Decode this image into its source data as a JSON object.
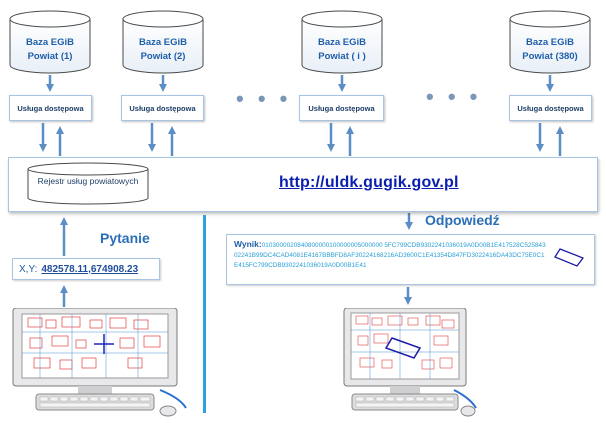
{
  "databases": [
    {
      "line1": "Baza EGiB",
      "line2": "Powiat (1)"
    },
    {
      "line1": "Baza EGiB",
      "line2": "Powiat (2)"
    },
    {
      "line1": "Baza EGiB",
      "line2": "Powiat ( i )"
    },
    {
      "line1": "Baza EGiB",
      "line2": "Powiat (380)"
    }
  ],
  "services": [
    "Usługa dostępowa",
    "Usługa dostępowa",
    "Usługa dostępowa",
    "Usługa dostępowa"
  ],
  "ellipsis": "• • •",
  "registry": "Rejestr usług powiatowych",
  "url": "http://uldk.gugik.gov.pl",
  "question_label": "Pytanie",
  "answer_label": "Odpowiedź",
  "coord_prefix": "X,Y:",
  "coord_value": "482578.11,674908.23",
  "result_label": "Wynik:",
  "result_value": "0103000020840800000100000005000000 5FC799CDB9302241036019A0D00B1E417528C52584302241B99DC4CAD4081E4167BBBFD8AF30224168216AD3600C1E41354D847FD3022416DA43DC75E0C1E415FC799CDB9302241036019A0D00B1E41",
  "colors": {
    "accent": "#2aa3e0",
    "title": "#1f5fa8",
    "url": "#0a1fb0",
    "border": "#a9c4e2"
  }
}
